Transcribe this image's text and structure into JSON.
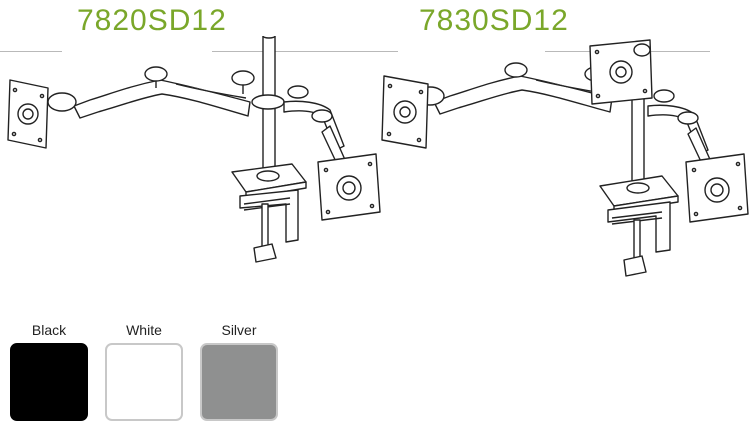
{
  "models": [
    {
      "title": "7820SD12"
    },
    {
      "title": "7830SD12"
    }
  ],
  "finish_options": [
    {
      "label": "Black",
      "color": "#000000"
    },
    {
      "label": "White",
      "color": "#ffffff"
    },
    {
      "label": "Silver",
      "color": "#8f9090"
    }
  ],
  "colors": {
    "title_green": "#7aa72a",
    "rule_gray": "#b9b9b9",
    "line_art": "#222222"
  }
}
